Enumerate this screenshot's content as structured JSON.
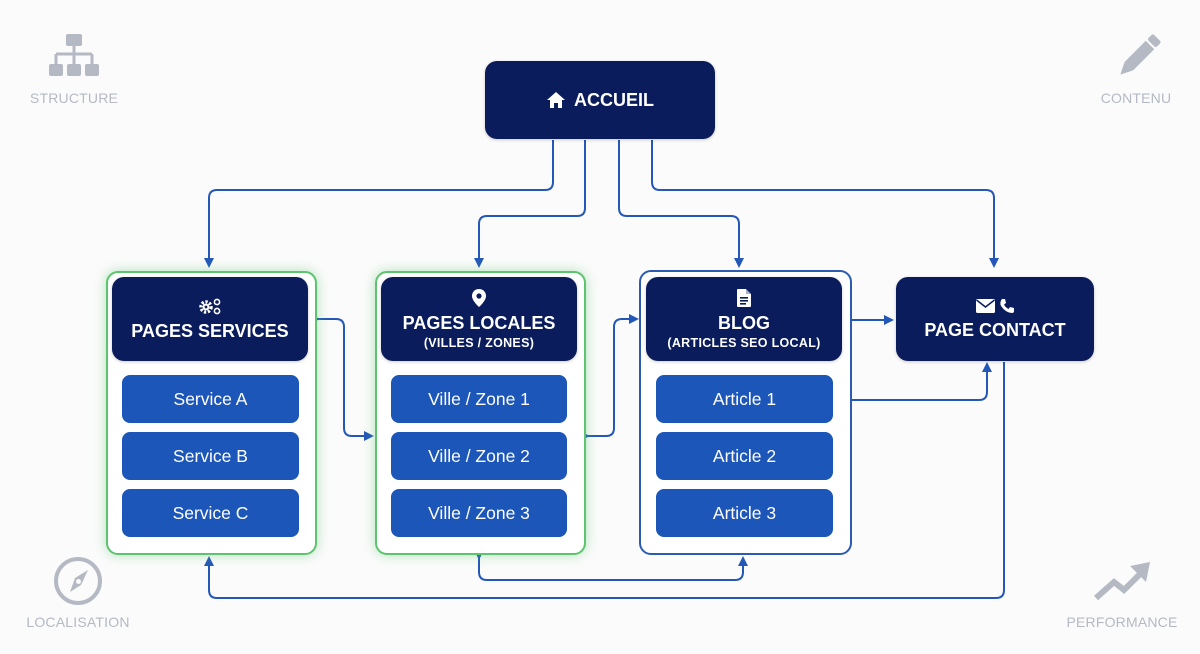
{
  "corners": {
    "top_left": {
      "label": "STRUCTURE",
      "icon": "sitemap-icon"
    },
    "top_right": {
      "label": "CONTENU",
      "icon": "pencil-icon"
    },
    "bottom_left": {
      "label": "LOCALISATION",
      "icon": "compass-icon"
    },
    "bottom_right": {
      "label": "PERFORMANCE",
      "icon": "trending-up-icon"
    }
  },
  "home": {
    "title": "ACCUEIL",
    "icon": "home-icon"
  },
  "sections": {
    "services": {
      "title": "PAGES SERVICES",
      "icon": "gears-icon",
      "items": [
        "Service A",
        "Service B",
        "Service C"
      ]
    },
    "locales": {
      "title": "PAGES LOCALES",
      "subtitle": "(VILLES / ZONES)",
      "icon": "map-pin-icon",
      "items": [
        "Ville / Zone 1",
        "Ville / Zone 2",
        "Ville / Zone 3"
      ]
    },
    "blog": {
      "title": "BLOG",
      "subtitle": "(ARTICLES SEO LOCAL)",
      "icon": "document-icon",
      "items": [
        "Article 1",
        "Article 2",
        "Article 3"
      ]
    },
    "contact": {
      "title": "PAGE CONTACT",
      "icons": [
        "envelope-icon",
        "phone-icon"
      ]
    }
  },
  "colors": {
    "node_dark": "#0a1c5c",
    "item_blue": "#1c56b8",
    "connector": "#2458b8",
    "green_border": "#5cc46e",
    "corner_gray": "#b4b9c4"
  }
}
